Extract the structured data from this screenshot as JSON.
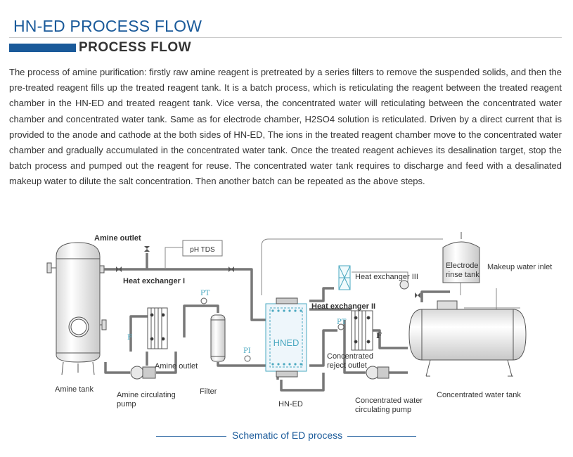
{
  "header": {
    "title": "HN-ED PROCESS FLOW",
    "section_title": "PROCESS FLOW"
  },
  "body": {
    "paragraph": "The process of amine purification: firstly raw amine reagent is pretreated by a series filters to remove the suspended solids, and then the pre-treated reagent fills up the treated reagent tank. It is a batch process, which is reticulating the reagent between the treated reagent chamber in the HN-ED and treated reagent tank. Vice versa, the concentrated water will reticulating between the concentrated water chamber and concentrated water tank. Same as for electrode chamber, H2SO4 solution is reticulated. Driven by a direct current that is provided to the anode and cathode at the both sides of HN-ED, The ions in the treated reagent chamber move to the concentrated water chamber and gradually accumulated in the concentrated water tank. Once the treated reagent achieves its desalination target, stop the batch process and pumped out the reagent for reuse. The concentrated water tank requires to discharge and feed with a desalinated makeup water to dilute the salt concentration. Then another batch can be repeated as the above steps."
  },
  "diagram": {
    "labels": {
      "amine_outlet_top": "Amine outlet",
      "ph_tds": "pH   TDS",
      "heat_exchanger_1": "Heat exchanger I",
      "heat_exchanger_2": "Heat exchanger II",
      "heat_exchanger_3": "Heat exchanger III",
      "electrode_rinse_tank_l1": "Electrode",
      "electrode_rinse_tank_l2": "rinse tank",
      "makeup_water_inlet": "Makeup water inlet",
      "amine_outlet_bottom": "Amine outlet",
      "amine_tank": "Amine tank",
      "amine_pump_l1": "Amine circulating",
      "amine_pump_l2": "pump",
      "filter": "Filter",
      "hned_stack": "HNED",
      "hn_ed": "HN-ED",
      "conc_reject_l1": "Concentrated",
      "conc_reject_l2": "reject outlet",
      "conc_pump_l1": "Concentrated water",
      "conc_pump_l2": "circulating pump",
      "conc_tank": "Concentrated water tank",
      "pt_left": "PT",
      "pt_right": "PT",
      "pi": "PI",
      "f_left": "F",
      "f_right": "F"
    },
    "caption": "Schematic of ED process"
  }
}
